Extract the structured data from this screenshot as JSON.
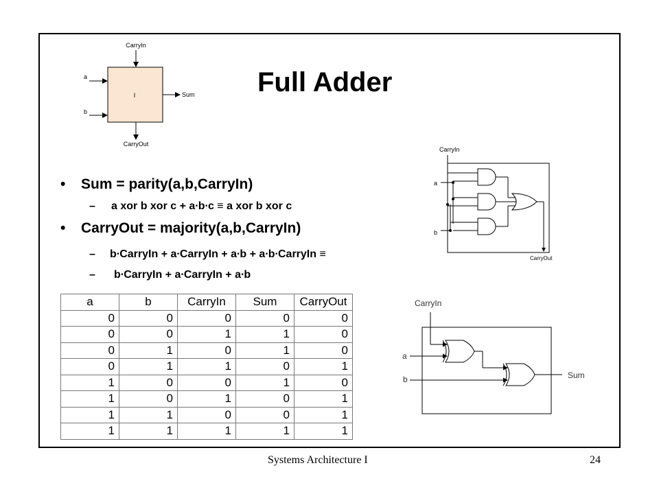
{
  "slide": {
    "title": "Full Adder",
    "bullets": [
      {
        "text": "Sum = parity(a,b,CarryIn)",
        "marker": "•"
      },
      {
        "text": "a xor b xor c + a∙b∙c ≡ a xor b xor c",
        "marker": "–"
      },
      {
        "text": "CarryOut = majority(a,b,CarryIn)",
        "marker": "•"
      },
      {
        "text": "b∙CarryIn + a∙CarryIn + a∙b + a∙b∙CarryIn ≡",
        "marker": "–"
      },
      {
        "text": "b∙CarryIn + a∙CarryIn + a∙b",
        "marker": "–"
      }
    ]
  },
  "block_diagram": {
    "carry_in": "CarryIn",
    "a": "a",
    "b": "b",
    "sum": "Sum",
    "carry_out": "CarryOut",
    "center": "I",
    "fill": "#fbe6d4"
  },
  "carry_circuit": {
    "carry_in": "CarryIn",
    "a": "a",
    "b": "b",
    "carry_out": "CarryOut"
  },
  "sum_circuit": {
    "carry_in": "CarryIn",
    "a": "a",
    "b": "b",
    "sum": "Sum"
  },
  "truth_table": {
    "headers": [
      "a",
      "b",
      "CarryIn",
      "Sum",
      "CarryOut"
    ],
    "rows": [
      [
        "0",
        "0",
        "0",
        "0",
        "0"
      ],
      [
        "0",
        "0",
        "1",
        "1",
        "0"
      ],
      [
        "0",
        "1",
        "0",
        "1",
        "0"
      ],
      [
        "0",
        "1",
        "1",
        "0",
        "1"
      ],
      [
        "1",
        "0",
        "0",
        "1",
        "0"
      ],
      [
        "1",
        "0",
        "1",
        "0",
        "1"
      ],
      [
        "1",
        "1",
        "0",
        "0",
        "1"
      ],
      [
        "1",
        "1",
        "1",
        "1",
        "1"
      ]
    ]
  },
  "footer": {
    "course": "Systems Architecture I",
    "page": "24"
  }
}
